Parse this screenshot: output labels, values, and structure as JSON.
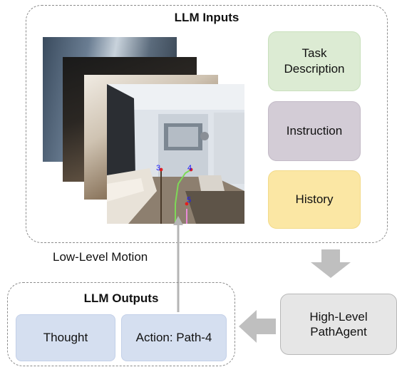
{
  "inputs": {
    "title": "LLM Inputs",
    "task_description": "Task Description",
    "task_line1": "Task",
    "task_line2": "Description",
    "instruction": "Instruction",
    "history": "History",
    "path_labels": [
      "3",
      "4",
      "5"
    ]
  },
  "motion_label": "Low-Level Motion",
  "outputs": {
    "title": "LLM Outputs",
    "thought": "Thought",
    "action": "Action: Path-4"
  },
  "path_agent": {
    "line1": "High-Level",
    "line2": "PathAgent"
  },
  "colors": {
    "task_bg": "#dcebd3",
    "instruction_bg": "#d3ccd6",
    "history_bg": "#fbe7a4",
    "output_bg": "#d5dff0",
    "agent_bg": "#e6e6e6",
    "arrow": "#bfbfbf",
    "path_green": "#7ed957",
    "path_pink": "#e98ad8",
    "point_red": "#e02020",
    "label_blue": "#1a1aff"
  }
}
